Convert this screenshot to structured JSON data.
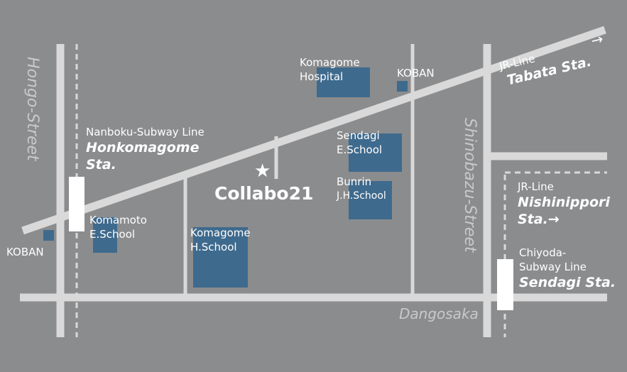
{
  "colors": {
    "background": "#8b8c8e",
    "road": "#d9d9d9",
    "building": "#3e6a8d",
    "text": "#ffffff",
    "street_text": "#c9c9c9"
  },
  "streets": {
    "hongo": "Hongo-Street",
    "shinobazu": "Shinobazu-Street",
    "dangosaka": "Dangosaka"
  },
  "destination": {
    "name": "Collabo21",
    "marker_icon": "star-icon"
  },
  "buildings": {
    "komagome_hospital": [
      "Komagome",
      "Hospital"
    ],
    "koban_top": "KOBAN",
    "koban_left": "KOBAN",
    "sendagi_school": [
      "Sendagi",
      "E.School"
    ],
    "bunrin_school": [
      "Bunrin",
      "J.H.School"
    ],
    "komamoto_school": [
      "Komamoto",
      "E.School"
    ],
    "komagome_hschool": [
      "Komagome",
      "H.School"
    ]
  },
  "stations": {
    "honkomagome": {
      "line": "Nanboku-Subway Line",
      "name": [
        "Honkomagome",
        "Sta."
      ]
    },
    "tabata": {
      "line": "JR-Line",
      "name": "Tabata Sta.",
      "arrow": "→"
    },
    "nishinippori": {
      "line": "JR-Line",
      "name": [
        "Nishinippori",
        "Sta.→"
      ]
    },
    "sendagi": {
      "line": [
        "Chiyoda-",
        "Subway Line"
      ],
      "name": "Sendagi Sta."
    }
  }
}
